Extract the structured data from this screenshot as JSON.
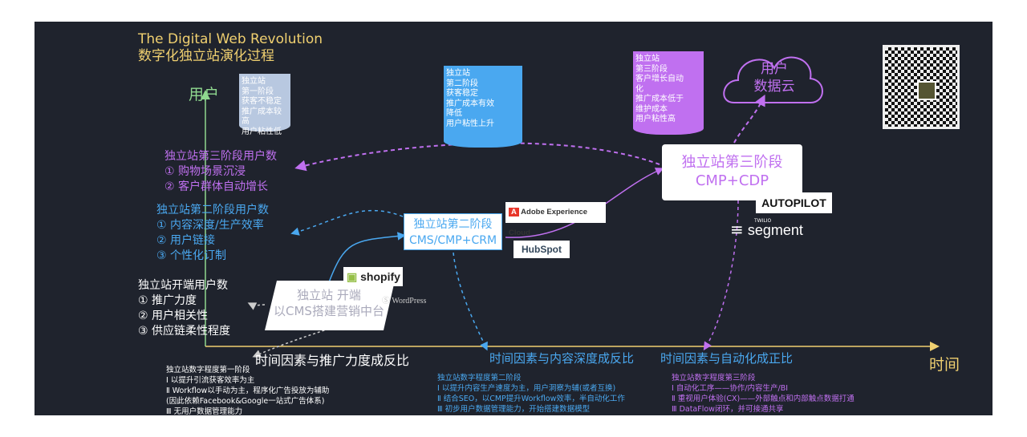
{
  "title": {
    "en": "The Digital Web Revolution",
    "zh": "数字化独立站演化过程"
  },
  "axes": {
    "y_label": "用户",
    "x_label": "时间"
  },
  "colors": {
    "title": "#f0d070",
    "axis_y": "#8fd88f",
    "axis_x": "#f0d070",
    "stage1": "#ffffff",
    "stage2": "#4aa8f0",
    "stage3": "#c070f0",
    "background": "#1f232d"
  },
  "notes": [
    {
      "lines": [
        "独立站",
        "第一阶段",
        "获客不稳定",
        "推广成本较高",
        "用户粘性低"
      ],
      "color": "#b8c8e0"
    },
    {
      "lines": [
        "独立站",
        "第二阶段",
        "获客稳定",
        "推广成本有效",
        "降低",
        "用户粘性上升"
      ],
      "color": "#4aa8f0"
    },
    {
      "lines": [
        "独立站",
        "第三阶段",
        "客户增长自动",
        "化",
        "推广成本低于",
        "维护成本",
        "用户粘性高"
      ],
      "color": "#c070f0"
    }
  ],
  "cloud": {
    "lines": [
      "用户",
      "数据云"
    ]
  },
  "user_lists": {
    "stage3": {
      "title": "独立站第三阶段用户数",
      "items": [
        "① 购物场景沉浸",
        "② 客户群体自动增长"
      ]
    },
    "stage2": {
      "title": "独立站第二阶段用户数",
      "items": [
        "① 内容深度/生产效率",
        "② 用户链接",
        "③ 个性化订制"
      ]
    },
    "stage1": {
      "title": "独立站开端用户数",
      "items": [
        "① 推广力度",
        "② 用户相关性",
        "③ 供应链柔性程度"
      ]
    }
  },
  "stages": {
    "stage1": {
      "lines": [
        "独立站 开端",
        "以CMS搭建营销中台"
      ]
    },
    "stage2": {
      "lines": [
        "独立站第二阶段",
        "CMS/CMP+CRM"
      ]
    },
    "stage3": {
      "lines": [
        "独立站第三阶段",
        "CMP+CDP"
      ]
    }
  },
  "logos": {
    "shopify": "shopify",
    "wordpress": "WordPress",
    "adobe": "Adobe Experience Cloud",
    "hubspot": "HubSpot",
    "autopilot": "AUTOPILOT",
    "segment_small": "TWILIO",
    "segment": "segment"
  },
  "time_labels": [
    "时间因素与推广力度成反比",
    "时间因素与内容深度成反比",
    "时间因素与自动化成正比"
  ],
  "phase_notes": [
    {
      "title": "独立站数字程度第一阶段",
      "lines": [
        "Ⅰ 以提升引流获客效率为主",
        "Ⅱ Workflow以手动为主，程序化广告投放为辅助",
        "(因此依赖Facebook&Google一站式广告体系)",
        "Ⅲ 无用户数据管理能力"
      ]
    },
    {
      "title": "独立站数字程度第二阶段",
      "lines": [
        "Ⅰ 以提升内容生产速度为主，用户洞察为辅(或者互换)",
        "Ⅱ 结合SEO，以CMP提升Workflow效率，半自动化工作",
        "Ⅲ 初步用户数据管理能力，开始搭建数据模型"
      ]
    },
    {
      "title": "独立站数字程度第三阶段",
      "lines": [
        "Ⅰ 自动化工序——协作/内容生产/BI",
        "Ⅱ 重视用户体验(CX)——外部触点和内部触点数据打通",
        "Ⅲ DataFlow闭环，并可接通共享"
      ]
    }
  ]
}
